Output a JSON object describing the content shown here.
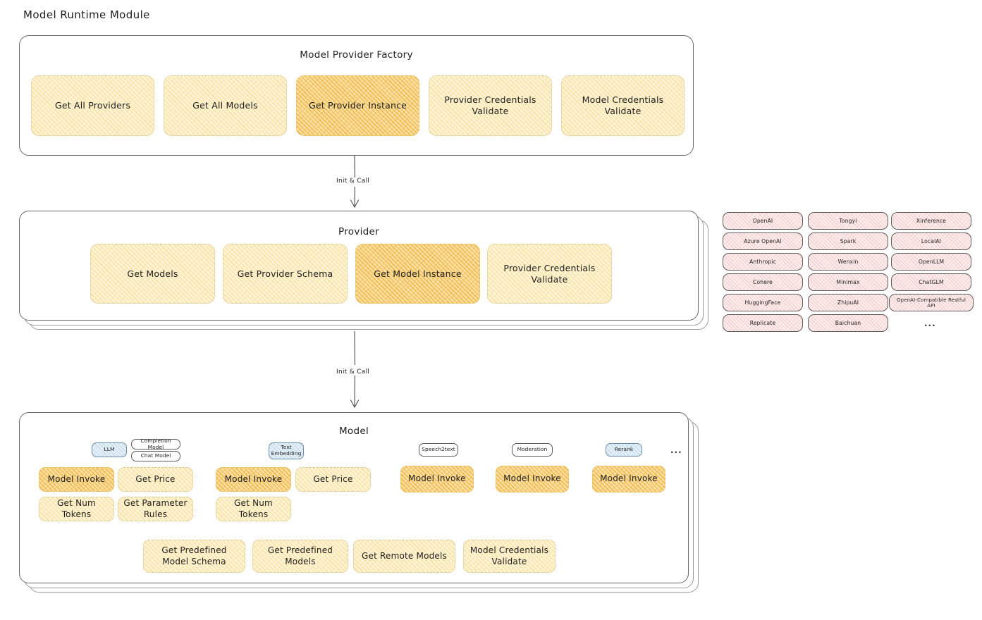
{
  "diagram": {
    "title": "Model Runtime Module",
    "connector_label": "Init & Call",
    "ellipsis": "..."
  },
  "factory": {
    "header": "Model Provider Factory",
    "items": [
      {
        "label": "Get All Providers",
        "highlighted": false
      },
      {
        "label": "Get All Models",
        "highlighted": false
      },
      {
        "label": "Get Provider Instance",
        "highlighted": true
      },
      {
        "label": "Provider Credentials Validate",
        "highlighted": false
      },
      {
        "label": "Model Credentials Validate",
        "highlighted": false
      }
    ]
  },
  "provider": {
    "header": "Provider",
    "items": [
      {
        "label": "Get Models",
        "highlighted": false
      },
      {
        "label": "Get Provider Schema",
        "highlighted": false
      },
      {
        "label": "Get Model Instance",
        "highlighted": true
      },
      {
        "label": "Provider Credentials Validate",
        "highlighted": false
      }
    ]
  },
  "provider_list": {
    "columns": [
      [
        "OpenAI",
        "Azure OpenAI",
        "Anthropic",
        "Cohere",
        "HuggingFace",
        "Replicate"
      ],
      [
        "Tongyi",
        "Spark",
        "Wenxin",
        "Minimax",
        "ZhipuAI",
        "Baichuan"
      ],
      [
        "Xinference",
        "LocalAI",
        "OpenLLM",
        "ChatGLM",
        "OpenAI-Compatible Restful API"
      ]
    ],
    "more": "..."
  },
  "model": {
    "header": "Model",
    "types": [
      {
        "name": "LLM",
        "blue": true,
        "subtypes": [
          "Completion Model",
          "Chat Model"
        ]
      },
      {
        "name": "Text Embedding",
        "blue": true,
        "subtypes": []
      },
      {
        "name": "Speech2text",
        "blue": false,
        "subtypes": []
      },
      {
        "name": "Moderation",
        "blue": false,
        "subtypes": []
      },
      {
        "name": "Rerank",
        "blue": true,
        "subtypes": []
      }
    ],
    "more": "...",
    "llm_actions": [
      {
        "label": "Model Invoke",
        "highlighted": true
      },
      {
        "label": "Get Price",
        "highlighted": false
      },
      {
        "label": "Get Num Tokens",
        "highlighted": false
      },
      {
        "label": "Get Parameter Rules",
        "highlighted": false
      }
    ],
    "embedding_actions": [
      {
        "label": "Model Invoke",
        "highlighted": true
      },
      {
        "label": "Get Price",
        "highlighted": false
      },
      {
        "label": "Get Num Tokens",
        "highlighted": false
      }
    ],
    "speech2text_actions": [
      {
        "label": "Model Invoke",
        "highlighted": true
      }
    ],
    "moderation_actions": [
      {
        "label": "Model Invoke",
        "highlighted": true
      }
    ],
    "rerank_actions": [
      {
        "label": "Model Invoke",
        "highlighted": true
      }
    ],
    "common_actions": [
      {
        "label": "Get Predefined Model Schema",
        "highlighted": false
      },
      {
        "label": "Get Predefined Models",
        "highlighted": false
      },
      {
        "label": "Get Remote Models",
        "highlighted": false
      },
      {
        "label": "Model Credentials Validate",
        "highlighted": false
      }
    ]
  },
  "colors": {
    "chip_fill": "#fdf4d8",
    "chip_fill_highlight": "#fbe0a4",
    "chip_stroke": "#cfc08c",
    "pill_fill": "#fdeeee",
    "badge_blue": "#e7f1f8",
    "panel_stroke": "#6a6a6a",
    "text": "#1e1e1e"
  }
}
